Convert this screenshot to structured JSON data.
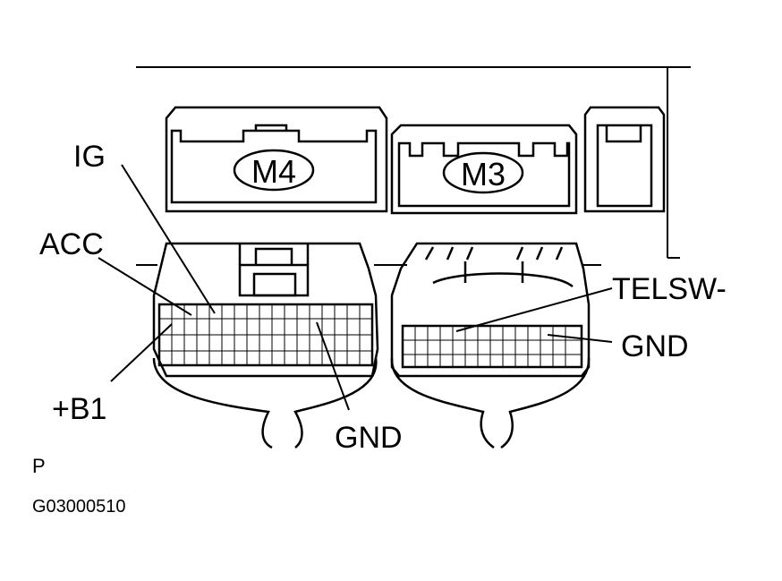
{
  "connectors": {
    "m4": "M4",
    "m3": "M3"
  },
  "labels": {
    "ig": "IG",
    "acc": "ACC",
    "b1": "+B1",
    "gnd_bottom": "GND",
    "telsw": "TELSW-",
    "gnd_right": "GND"
  },
  "footer": {
    "view_marker": "P",
    "figure_code": "G03000510"
  },
  "colors": {
    "line": "#000000",
    "background": "#ffffff"
  }
}
